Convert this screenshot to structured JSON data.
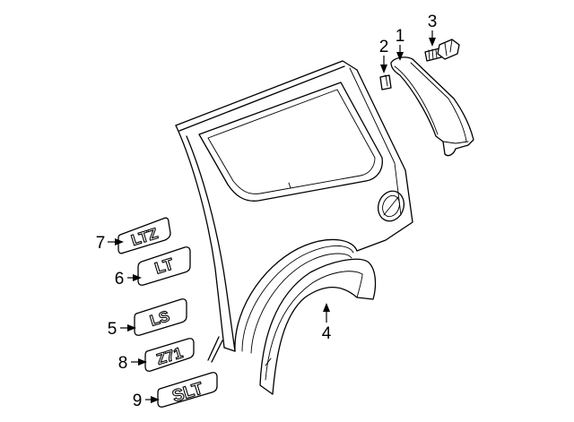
{
  "callouts": [
    {
      "id": "1",
      "label": "1"
    },
    {
      "id": "2",
      "label": "2"
    },
    {
      "id": "3",
      "label": "3"
    },
    {
      "id": "4",
      "label": "4"
    },
    {
      "id": "5",
      "label": "5"
    },
    {
      "id": "6",
      "label": "6"
    },
    {
      "id": "7",
      "label": "7"
    },
    {
      "id": "8",
      "label": "8"
    },
    {
      "id": "9",
      "label": "9"
    }
  ],
  "badges": {
    "ltz": "LTZ",
    "lt": "LT",
    "ls": "LS",
    "z71": "Z71",
    "slt": "SLT"
  }
}
